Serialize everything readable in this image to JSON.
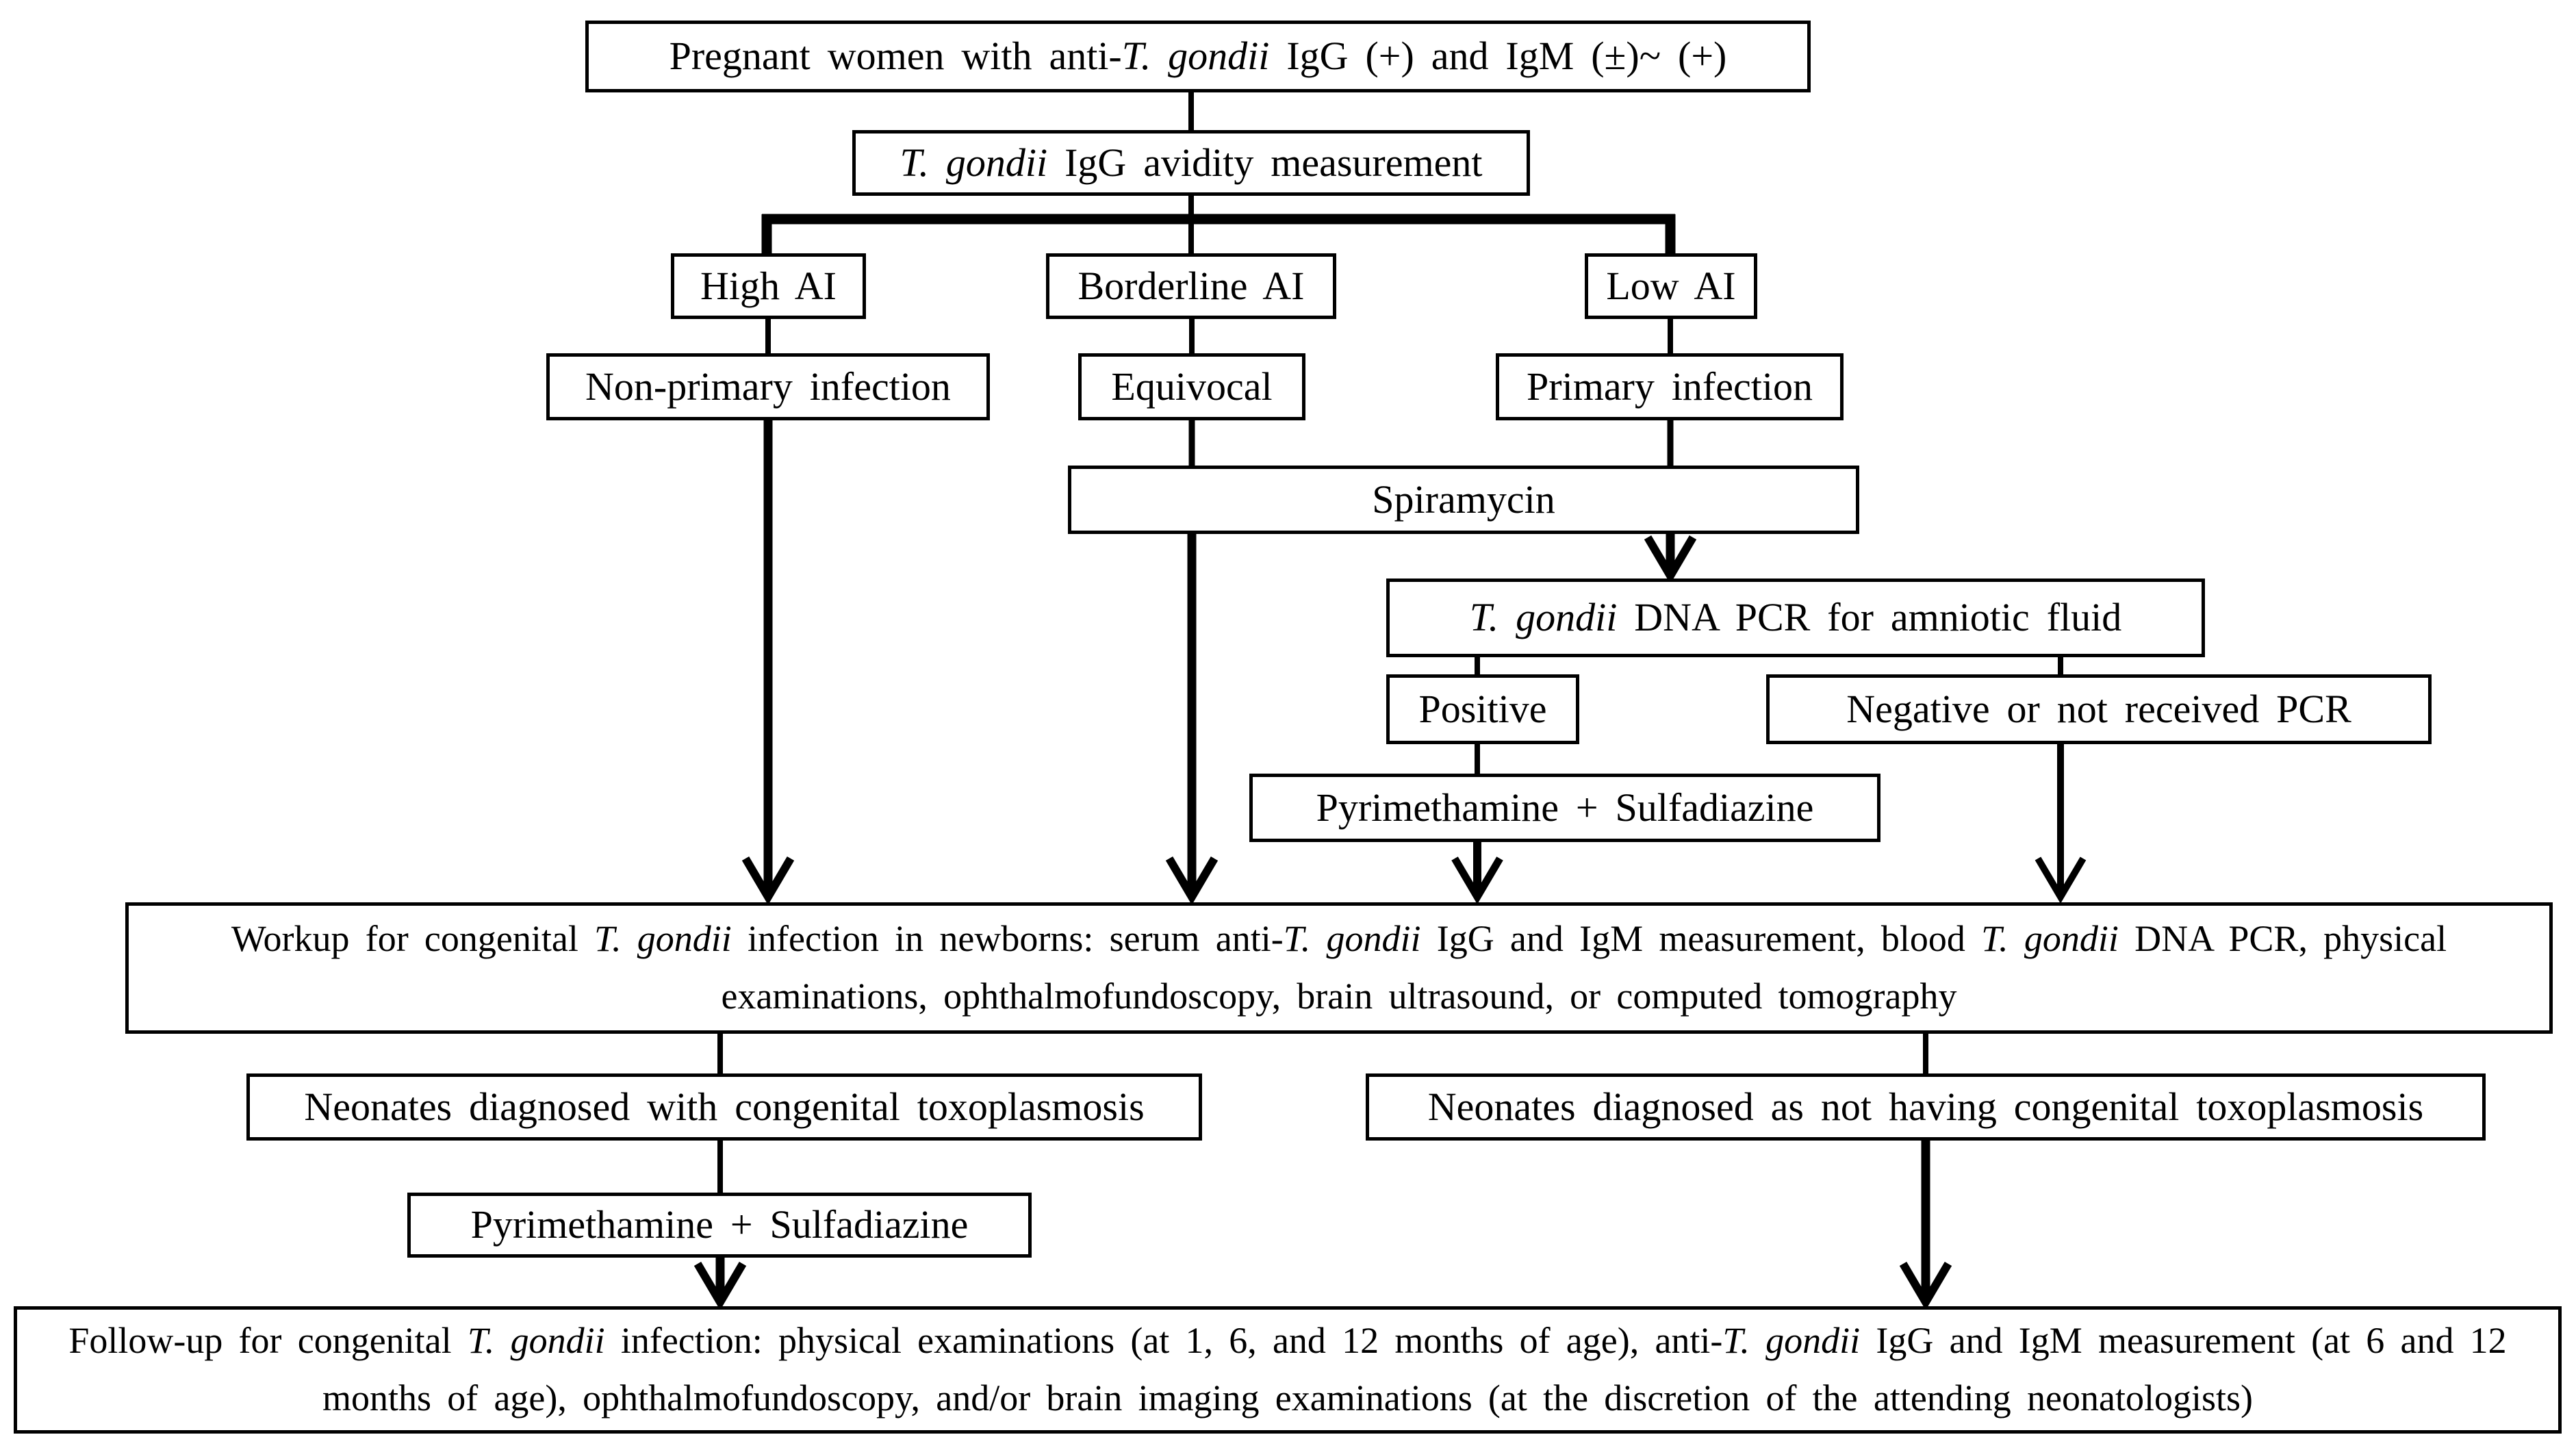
{
  "diagram": {
    "type": "flowchart",
    "topic": "Management algorithm for T. gondii infection in pregnant women and newborns",
    "boxes": {
      "pregnant": {
        "rich": [
          {
            "t": "Pregnant women with anti-"
          },
          {
            "t": "T. gondii",
            "i": true
          },
          {
            "t": " IgG (+) and IgM (±)~ (+)"
          }
        ]
      },
      "avidity": {
        "rich": [
          {
            "t": "T. gondii",
            "i": true
          },
          {
            "t": " IgG avidity measurement"
          }
        ]
      },
      "high_ai": "High AI",
      "borderline_ai": "Borderline AI",
      "low_ai": "Low AI",
      "non_primary": "Non-primary infection",
      "equivocal": "Equivocal",
      "primary": "Primary infection",
      "spiramycin": "Spiramycin",
      "pcr": {
        "rich": [
          {
            "t": "T. gondii",
            "i": true
          },
          {
            "t": " DNA PCR for amniotic fluid"
          }
        ]
      },
      "positive": "Positive",
      "negative": "Negative or not received PCR",
      "pyrimethamine_1": "Pyrimethamine + Sulfadiazine",
      "workup": {
        "rich": [
          {
            "t": "Workup for congenital "
          },
          {
            "t": "T. gondii",
            "i": true
          },
          {
            "t": " infection in newborns: serum anti-"
          },
          {
            "t": "T. gondii",
            "i": true
          },
          {
            "t": " IgG and IgM measurement, blood "
          },
          {
            "t": "T. gondii",
            "i": true
          },
          {
            "t": " DNA PCR, physical examinations, ophthalmofundoscopy, brain ultrasound, or computed tomography"
          }
        ]
      },
      "neonates_positive": "Neonates diagnosed with congenital toxoplasmosis",
      "neonates_negative": "Neonates diagnosed as not having congenital toxoplasmosis",
      "pyrimethamine_2": "Pyrimethamine + Sulfadiazine",
      "followup": {
        "rich": [
          {
            "t": "Follow-up for congenital "
          },
          {
            "t": "T. gondii",
            "i": true
          },
          {
            "t": " infection: physical examinations (at 1, 6, and 12 months of age), anti-"
          },
          {
            "t": "T. gondii",
            "i": true
          },
          {
            "t": " IgG and IgM measurement (at 6 and 12 months of age), ophthalmofundoscopy, and/or brain imaging examinations (at the discretion of the attending neonatologists)"
          }
        ]
      }
    },
    "colors": {
      "line": "#000000",
      "box_border": "#000000",
      "background": "#ffffff",
      "text": "#000000"
    }
  }
}
